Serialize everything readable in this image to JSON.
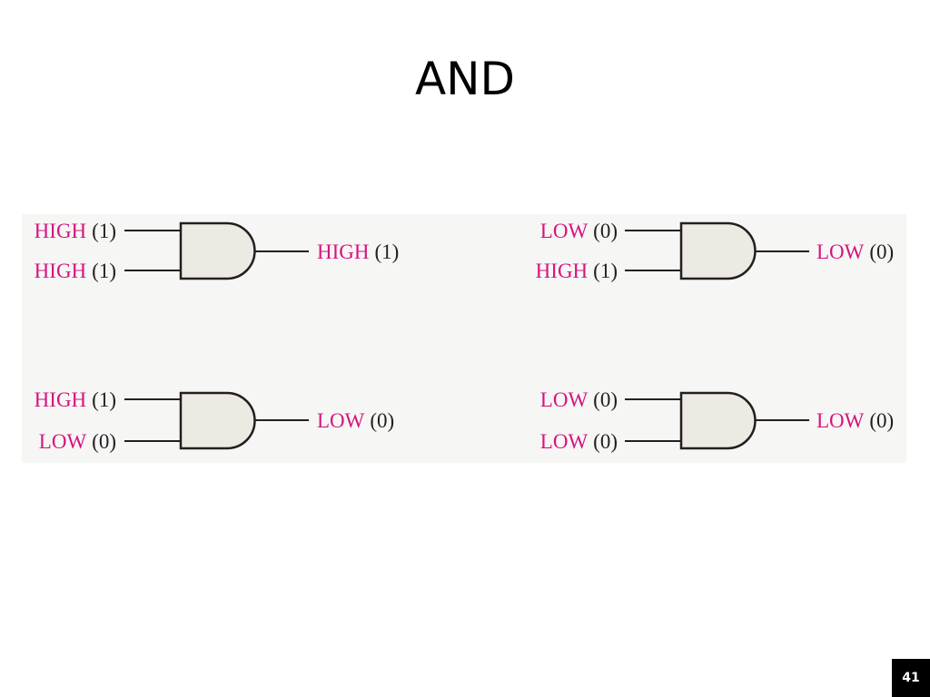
{
  "slide": {
    "title": "AND",
    "page_number": "41"
  },
  "colors": {
    "signal_word": "#d6147f",
    "signal_value": "#231f20",
    "gate_fill": "#eceae3",
    "figure_background": "#f6f6f4"
  },
  "gates": [
    {
      "inputs": [
        {
          "word": "HIGH",
          "value": "(1)"
        },
        {
          "word": "HIGH",
          "value": "(1)"
        }
      ],
      "output": {
        "word": "HIGH",
        "value": "(1)"
      }
    },
    {
      "inputs": [
        {
          "word": "LOW",
          "value": "(0)"
        },
        {
          "word": "HIGH",
          "value": "(1)"
        }
      ],
      "output": {
        "word": "LOW",
        "value": "(0)"
      }
    },
    {
      "inputs": [
        {
          "word": "HIGH",
          "value": "(1)"
        },
        {
          "word": "LOW",
          "value": "(0)"
        }
      ],
      "output": {
        "word": "LOW",
        "value": "(0)"
      }
    },
    {
      "inputs": [
        {
          "word": "LOW",
          "value": "(0)"
        },
        {
          "word": "LOW",
          "value": "(0)"
        }
      ],
      "output": {
        "word": "LOW",
        "value": "(0)"
      }
    }
  ]
}
